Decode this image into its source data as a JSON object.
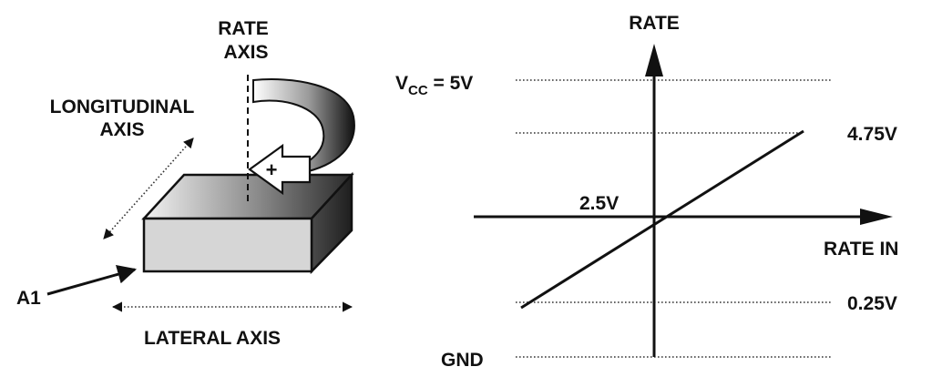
{
  "left_diagram": {
    "rate_axis_line1": "RATE",
    "rate_axis_line2": "AXIS",
    "longitudinal_line1": "LONGITUDINAL",
    "longitudinal_line2": "AXIS",
    "lateral_axis": "LATERAL AXIS",
    "pin_label": "A1",
    "rotation_sign": "+"
  },
  "right_graph": {
    "y_axis_label": "RATE",
    "x_axis_label": "RATE IN",
    "vcc_main": "V",
    "vcc_sub": "CC",
    "vcc_value": " = 5V",
    "gnd_label": "GND",
    "level_high": "4.75V",
    "level_mid": "2.5V",
    "level_low": "0.25V"
  }
}
